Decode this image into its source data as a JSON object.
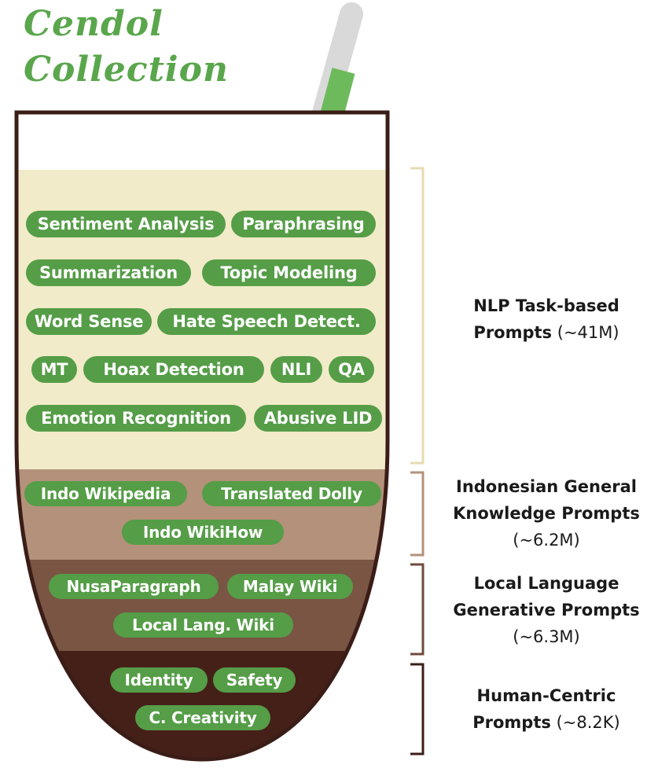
{
  "title": {
    "line1": "Cendol",
    "line2": "Collection"
  },
  "layers": [
    {
      "name_line1": "NLP Task-based",
      "name_line2": "Prompts",
      "count": "(~41M)",
      "color": "#f1ebc9",
      "bracket_color": "#e6dcb3",
      "items": [
        "Sentiment Analysis",
        "Paraphrasing",
        "Summarization",
        "Topic Modeling",
        "Word Sense",
        "Hate Speech Detect.",
        "MT",
        "Hoax Detection",
        "NLI",
        "QA",
        "Emotion Recognition",
        "Abusive LID"
      ]
    },
    {
      "name_line1": "Indonesian General",
      "name_line2": "Knowledge Prompts",
      "count": "(~6.2M)",
      "color": "#b3917a",
      "bracket_color": "#b3917a",
      "items": [
        "Indo Wikipedia",
        "Translated Dolly",
        "Indo WikiHow"
      ]
    },
    {
      "name_line1": "Local Language",
      "name_line2": "Generative Prompts",
      "count": "(~6.3M)",
      "color": "#7a5544",
      "bracket_color": "#6e4b3c",
      "items": [
        "NusaParagraph",
        "Malay Wiki",
        "Local Lang. Wiki"
      ]
    },
    {
      "name_line1": "Human-Centric",
      "name_line2": "Prompts",
      "count": "(~8.2K)",
      "color": "#452019",
      "bracket_color": "#3b1d17",
      "items": [
        "Identity",
        "Safety",
        "C. Creativity"
      ]
    }
  ],
  "colors": {
    "pill": "#559d47",
    "title": "#5aa64c",
    "cup_outline": "#3b1d17",
    "straw_gray": "#d9d9d9",
    "straw_green": "#6dba5c"
  }
}
